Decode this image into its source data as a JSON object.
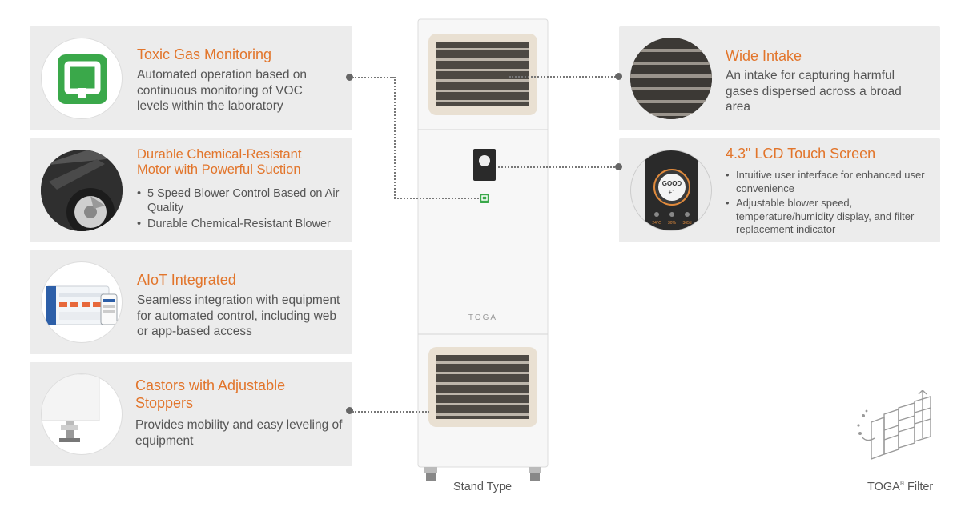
{
  "features_left": [
    {
      "title": "Toxic Gas Monitoring",
      "description": "Automated operation based on continuous monitoring of  VOC levels within the laboratory",
      "icon": "voc-sensor-icon"
    },
    {
      "title_line1": "Durable Chemical-Resistant",
      "title_line2": "Motor with Powerful Suction",
      "bullets": [
        "5 Speed Blower Control Based on Air Quality",
        "Durable Chemical-Resistant Blower"
      ],
      "icon": "motor-fan-icon"
    },
    {
      "title": "AIoT Integrated",
      "description": "Seamless integration with equipment for automated control, including web or app-based access",
      "icon": "dashboard-devices-icon"
    },
    {
      "title_line1": "Castors with Adjustable",
      "title_line2": "Stoppers",
      "description": "Provides mobility and easy leveling of equipment",
      "icon": "castor-wheel-icon"
    }
  ],
  "features_right": [
    {
      "title": "Wide Intake",
      "description": "An intake for capturing harmful gases dispersed across a broad area",
      "icon": "intake-grille-icon"
    },
    {
      "title": "4.3\" LCD Touch Screen",
      "bullets": [
        "Intuitive user interface for enhanced user convenience",
        "Adjustable blower speed, temperature/humidity display, and filter replacement indicator"
      ],
      "icon": "lcd-screen-icon",
      "screen_status": "GOOD",
      "screen_value": "+1",
      "screen_readouts": [
        "24℃",
        "30%",
        "365d"
      ]
    }
  ],
  "product": {
    "brand": "TOGA",
    "caption": "Stand Type"
  },
  "filter_caption": "TOGA",
  "filter_caption_rest": " Filter",
  "colors": {
    "accent": "#e2752b",
    "card": "#ececec",
    "text": "#555555",
    "sensor_green": "#3aa84a"
  }
}
